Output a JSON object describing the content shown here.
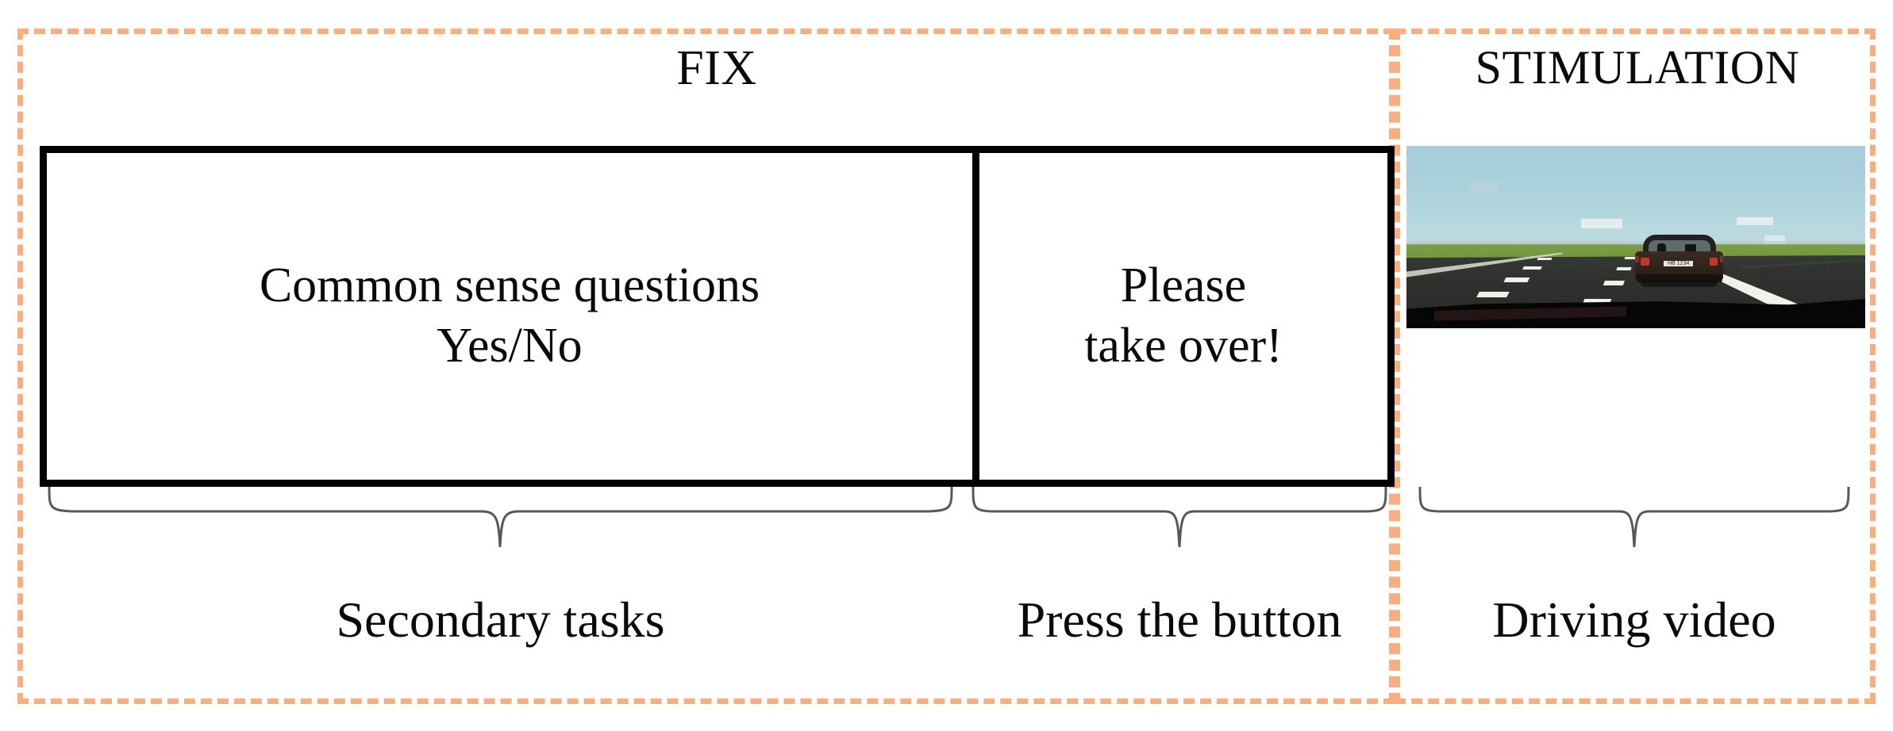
{
  "figure": {
    "sections": [
      {
        "id": "fix",
        "title": "FIX"
      },
      {
        "id": "stimulation",
        "title": "STIMULATION"
      }
    ],
    "accent_color": "#f8ae7e",
    "border_color": "#000000",
    "text_color": "#0a0a0a"
  },
  "task_box": {
    "cells": [
      {
        "id": "secondary-task",
        "text": "Common sense questions\nYes/No"
      },
      {
        "id": "takeover-request",
        "text": "Please\ntake over!"
      }
    ]
  },
  "video": {
    "name": "driving-video-thumbnail",
    "description": "Rear view of a dark car ahead on a multi-lane highway seen through a windshield",
    "license_plate": "HB 1234",
    "sky_color": "#a9d0db",
    "grass_color": "#5f9120",
    "road_color": "#31342f",
    "lane_marking_color": "#eef0ea",
    "car_color": "#2b201a",
    "taillight_color": "#c0392b",
    "dashboard_color": "#060606"
  },
  "braces": [
    {
      "id": "secondary-tasks-brace",
      "label": "Secondary tasks"
    },
    {
      "id": "press-button-brace",
      "label": "Press the button"
    },
    {
      "id": "driving-video-brace",
      "label": "Driving video"
    }
  ],
  "bottom_labels": {
    "secondary_tasks": "Secondary tasks",
    "press_the_button": "Press the button",
    "driving_video": "Driving video"
  }
}
